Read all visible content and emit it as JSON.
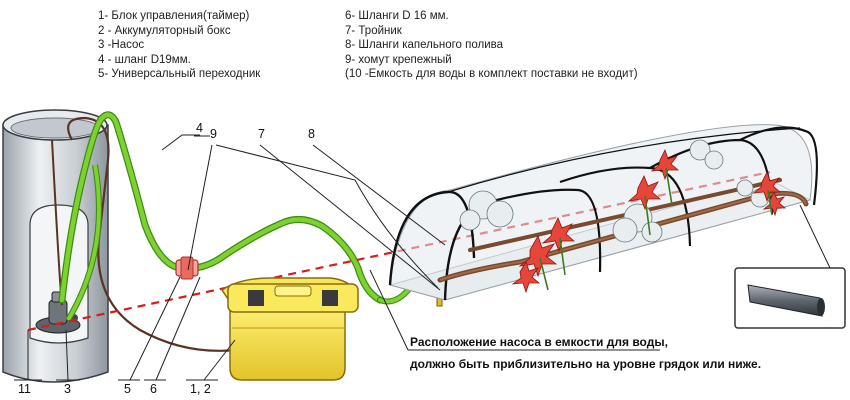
{
  "legend": {
    "left": [
      "1- Блок управления(таймер)",
      "2 - Аккумуляторный бокс",
      "3 -Насос",
      "4 - шланг D19мм.",
      "5-  Универсальный переходник"
    ],
    "right": [
      "6- Шланги D 16 мм.",
      "7- Тройник",
      "8- Шланги капельного полива",
      "9- хомут крепежный",
      "(10 -Емкость для воды в комплект поставки не входит)"
    ]
  },
  "callouts": {
    "c4": "4",
    "c9": "9",
    "c7": "7",
    "c8": "8",
    "c11": "11",
    "c3": "3",
    "c5": "5",
    "c6": "6",
    "c12": "1, 2"
  },
  "note": {
    "line1": "Расположение насоса в емкости для воды,",
    "line2": "должно быть приблизительно на уровне грядок или ниже."
  },
  "colors": {
    "hose": "#7dd230",
    "hose_edge": "#3e8d14",
    "drip": "#7a4a2e",
    "level_line": "#d81c1c",
    "box": "#f4e04a",
    "barrel": "#d4d8dc",
    "flower": "#e8453a"
  }
}
